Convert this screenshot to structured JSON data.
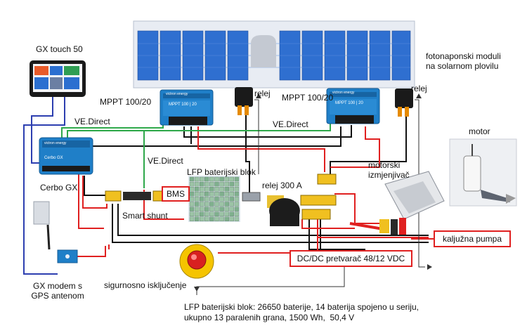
{
  "labels": {
    "gx_touch": "GX touch 50",
    "pv_modules": "fotonaponski moduli\nna solarnom plovilu",
    "mppt_left": "MPPT 100/20",
    "mppt_right": "MPPT 100/20",
    "relej_left": "relej",
    "relej_right": "relej",
    "vedirect_1": "VE.Direct",
    "vedirect_2": "VE.Direct",
    "vedirect_3": "VE.Direct",
    "cerbo": "Cerbo GX",
    "lfp_block": "LFP baterijski blok",
    "relej_300": "relej 300 A",
    "motor": "motor",
    "motor_inverter": "motorski\nizmjenjivač",
    "bms": "BMS",
    "smart_shunt": "Smart shunt",
    "kaljuzna": "kaljužna pumpa",
    "dcdc": "DC/DC pretvarač 48/12 VDC",
    "gx_modem": "GX modem s\nGPS antenom",
    "emergency": "sigurnosno isključenje",
    "footnote": "LFP baterijski blok: 26650 baterije, 14 baterija spojeno u seriju,\nukupno 13 paralenih grana, 1500 Wh,  50,4 V"
  },
  "device_text": {
    "mppt_brand": "victron energy",
    "mppt_model": "MPPT 100 | 20",
    "cerbo_brand": "victron energy",
    "cerbo_name": "Cerbo GX"
  },
  "colors": {
    "vedirect": "#2ea84a",
    "positive": "#e02020",
    "negative": "#111111",
    "comms": "#2d3fb0",
    "victron_blue": "#1f7fc8",
    "label_border": "#e02020"
  }
}
